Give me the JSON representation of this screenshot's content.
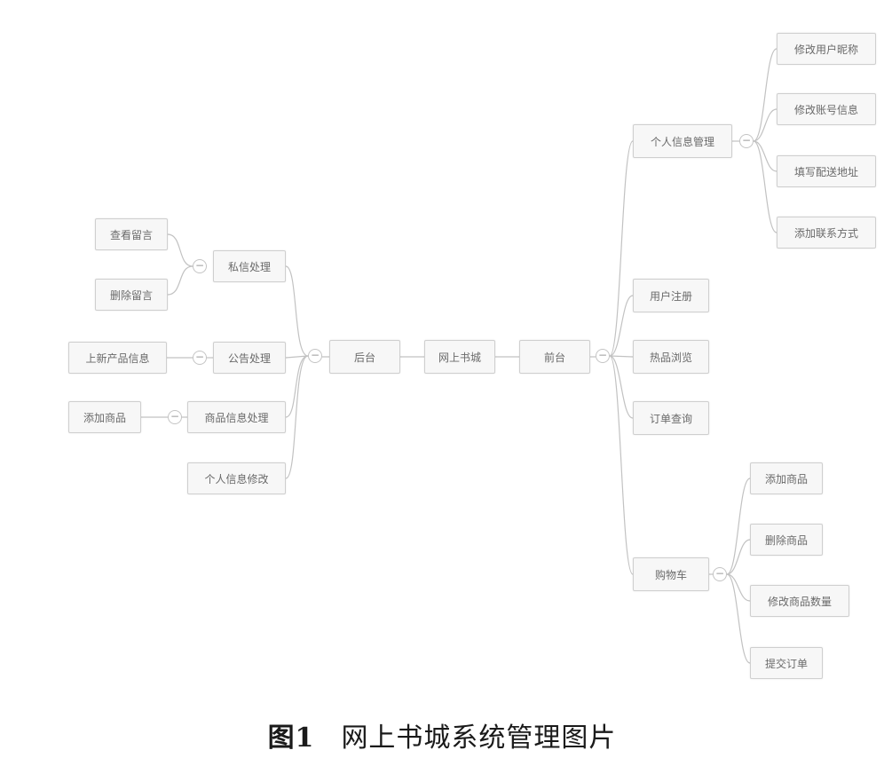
{
  "caption": {
    "figure": "图1",
    "title": "网上书城系统管理图片"
  },
  "toggle_symbol": "−",
  "nodes": {
    "root": "网上书城",
    "backend": "后台",
    "frontend": "前台",
    "private_msg": "私信处理",
    "announcement": "公告处理",
    "goods_info": "商品信息处理",
    "personal_edit": "个人信息修改",
    "view_msg": "查看留言",
    "delete_msg": "删除留言",
    "new_product": "上新产品信息",
    "add_goods_b": "添加商品",
    "personal_mgmt": "个人信息管理",
    "user_register": "用户注册",
    "goods_browse": "热品浏览",
    "order_query": "订单查询",
    "cart": "购物车",
    "edit_nickname": "修改用户昵称",
    "edit_account": "修改账号信息",
    "fill_address": "填写配送地址",
    "add_contact": "添加联系方式",
    "add_goods": "添加商品",
    "delete_goods": "删除商品",
    "edit_quantity": "修改商品数量",
    "submit_order": "提交订单"
  }
}
